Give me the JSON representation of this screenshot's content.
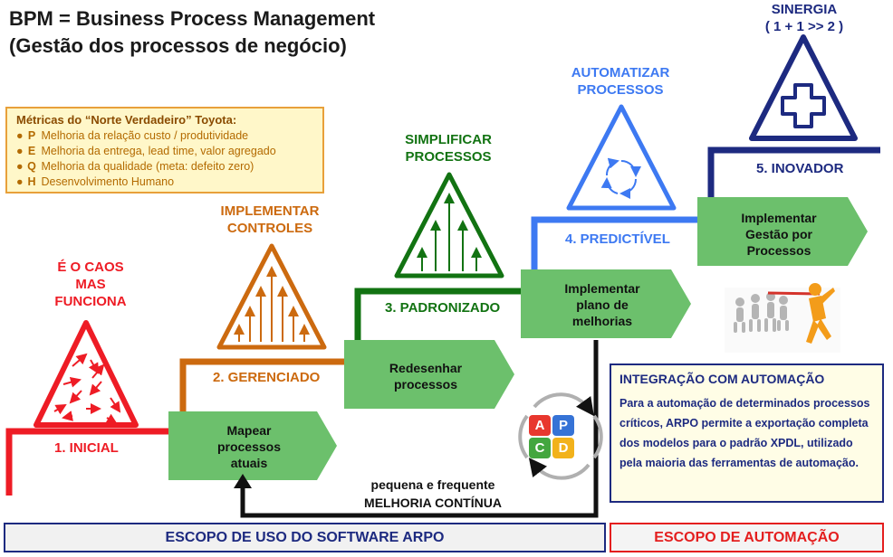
{
  "title": {
    "line1": "BPM = Business Process Management",
    "line2": "(Gestão dos processos de negócio)"
  },
  "metrics": {
    "title": "Métricas do “Norte Verdadeiro” Toyota:",
    "items": [
      {
        "letter": "P",
        "text": "Melhoria da relação custo / produtividade"
      },
      {
        "letter": "E",
        "text": "Melhoria da entrega, lead time, valor agregado"
      },
      {
        "letter": "Q",
        "text": "Melhoria da qualidade (meta: defeito zero)"
      },
      {
        "letter": "H",
        "text": "Desenvolvimento Humano"
      }
    ]
  },
  "stages": [
    {
      "top_label": [
        "É O CAOS",
        "MAS",
        "FUNCIONA"
      ],
      "step": "1. INICIAL",
      "color": "#ee1c25"
    },
    {
      "top_label": [
        "IMPLEMENTAR",
        "CONTROLES"
      ],
      "step": "2. GERENCIADO",
      "color": "#cc6a0f"
    },
    {
      "top_label": [
        "SIMPLIFICAR",
        "PROCESSOS"
      ],
      "step": "3. PADRONIZADO",
      "color": "#127312"
    },
    {
      "top_label": [
        "AUTOMATIZAR",
        "PROCESSOS"
      ],
      "step": "4. PREDICTÍVEL",
      "color": "#3d79f2"
    },
    {
      "top_label": [
        "SINERGIA",
        "( 1 + 1 >> 2 )"
      ],
      "step": "5. INOVADOR",
      "color": "#1d2a80"
    }
  ],
  "boxes": [
    [
      "Mapear",
      "processos",
      "atuais"
    ],
    [
      "Redesenhar",
      "processos"
    ],
    [
      "Implementar",
      "plano de",
      "melhorias"
    ],
    [
      "Implementar",
      "Gestão por",
      "Processos"
    ]
  ],
  "pdca": [
    "A",
    "P",
    "C",
    "D"
  ],
  "melhoria": [
    "pequena e frequente",
    "MELHORIA CONTÍNUA"
  ],
  "integration": {
    "title": "INTEGRAÇÃO COM AUTOMAÇÃO",
    "body": "Para a automação de determinados processos críticos, ARPO permite a exportação completa dos modelos para o padrão XPDL, utilizado pela maioria das ferramentas de automação."
  },
  "bottom": {
    "scope_arpo": "ESCOPO DE USO DO SOFTWARE ARPO",
    "scope_auto": "ESCOPO DE AUTOMAÇÃO"
  }
}
